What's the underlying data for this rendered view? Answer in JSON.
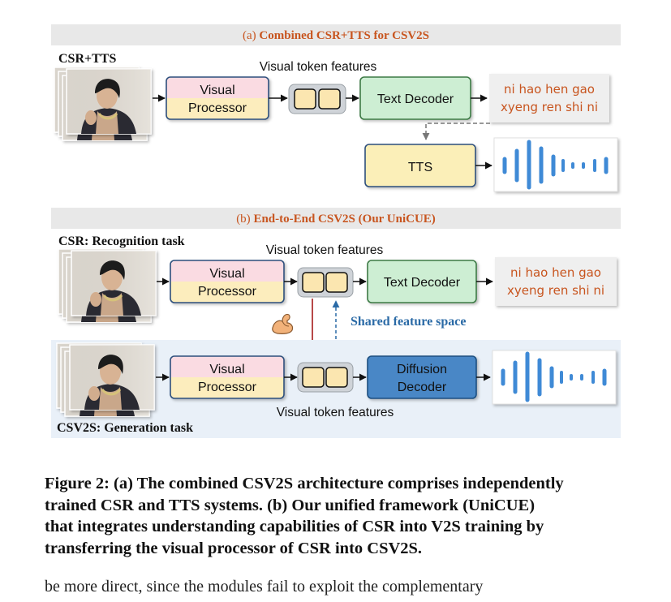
{
  "section_a": {
    "title_prefix": "(a) ",
    "title_emph": "Combined CSR+TTS for CSV2S",
    "input_label": "CSR+TTS",
    "visual_processor_line1": "Visual",
    "visual_processor_line2": "Processor",
    "token_label": "Visual token features",
    "text_decoder": "Text Decoder",
    "output_line1": "ni hao hen gao",
    "output_line2": "xyeng ren shi ni",
    "tts": "TTS"
  },
  "section_b": {
    "title_prefix": "(b) ",
    "title_emph": "End-to-End CSV2S (Our UniCUE)",
    "recognition_label": "CSR: Recognition task",
    "visual_processor_line1": "Visual",
    "visual_processor_line2": "Processor",
    "token_label_top": "Visual token features",
    "text_decoder": "Text Decoder",
    "output_line1": "ni hao hen gao",
    "output_line2": "xyeng ren shi ni",
    "shared_label": "Shared feature space",
    "gen_visual_processor_line1": "Visual",
    "gen_visual_processor_line2": "Processor",
    "diffusion_line1": "Diffusion",
    "diffusion_line2": "Decoder",
    "token_label_bottom": "Visual token features",
    "generation_label": "CSV2S: Generation task",
    "muscle_icon": "flexed-biceps-icon"
  },
  "caption": {
    "line1": "Figure 2: (a) The combined CSV2S architecture comprises independently",
    "line2": "trained CSR and TTS systems. (b) Our unified framework (UniCUE)",
    "line3": "that integrates understanding capabilities of CSR into V2S training by",
    "line4": "transferring the visual processor of CSR into CSV2S."
  },
  "partial_text": "be more direct, since the modules fail to exploit the complementary",
  "colors": {
    "accent_orange": "#c8551f",
    "blue_text": "#2a6aa6",
    "panel_grey": "#e8e8e8",
    "light_blue_bg": "#e9f0f8",
    "decoder_green": "#cdeed3",
    "tts_yellow": "#fbefb8",
    "diffusion_blue": "#4a87c6",
    "wave_blue": "#3f8ad6",
    "red_arrow": "#a51b1b"
  }
}
